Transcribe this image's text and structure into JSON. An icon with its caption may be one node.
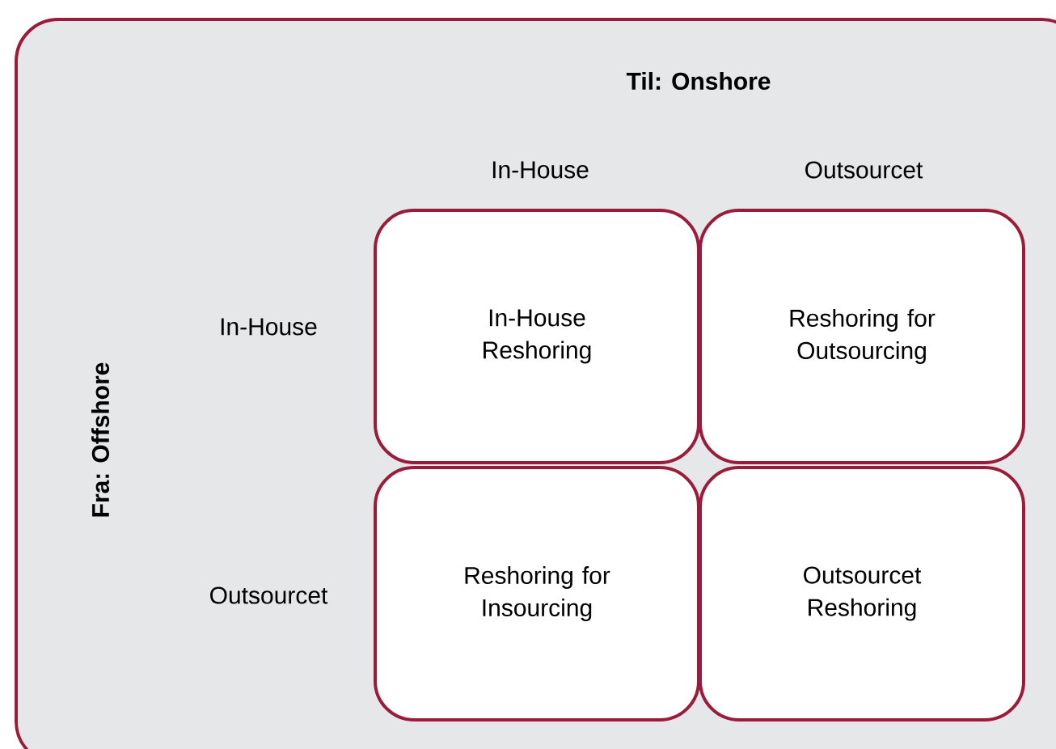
{
  "diagram": {
    "nodes": [
      {
        "text": [
          "Til: Onshore",
          "Fra: Offshore"
        ]
      },
      {
        "text": [
          "In-House Reshoring"
        ],
        "in": 0
      },
      {
        "text": [
          "Reshoring for Outsourcing"
        ],
        "in": 0
      },
      {
        "text": [
          "Reshoring for Insourcing"
        ],
        "in": 0
      },
      {
        "text": [
          "Outsourcet Reshoring"
        ],
        "in": 0
      }
    ],
    "labels": [
      "In-House",
      "Outsourcet",
      "In-House",
      "Outsourcet"
    ]
  }
}
